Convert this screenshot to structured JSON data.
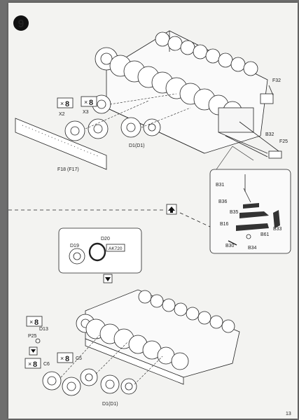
{
  "page": {
    "step_number": "9",
    "page_number": "13"
  },
  "upper": {
    "qty_x2": "8",
    "label_x2": "X2",
    "qty_x3": "8",
    "label_x3": "X3",
    "label_d1": "D1(D1)",
    "label_f18": "F18 (F17)",
    "label_f32": "F32",
    "label_b32": "B32",
    "label_f25": "F25"
  },
  "detail": {
    "label_b31": "B31",
    "label_b36": "B36",
    "label_b35": "B35",
    "label_b16": "B16",
    "label_b33": "B33",
    "label_b61": "B61",
    "label_b30": "B30",
    "label_b34": "B34"
  },
  "inset": {
    "label_d20": "D20",
    "label_d19": "D19",
    "label_ak720": "AK720"
  },
  "lower": {
    "qty_d13": "8",
    "label_p25": "P25",
    "label_d13": "D13",
    "qty_c6": "8",
    "label_c6": "C6",
    "qty_c5": "8",
    "label_c5": "C5",
    "label_d1": "D1(D1)"
  }
}
